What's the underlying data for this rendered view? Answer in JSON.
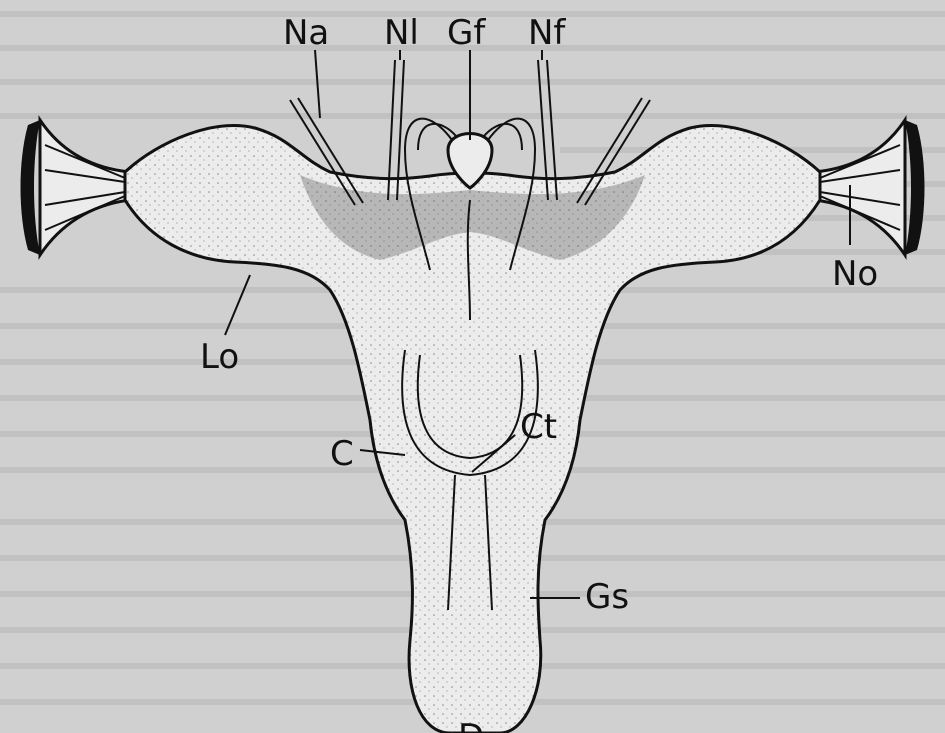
{
  "labels": {
    "na": "Na",
    "nl": "Nl",
    "gf": "Gf",
    "nf": "Nf",
    "lo": "Lo",
    "no": "No",
    "ct": "Ct",
    "c": "C",
    "gs": "Gs",
    "d": "D"
  },
  "colors": {
    "paper": "#cfcfcf",
    "ink": "#111111",
    "tissue": "#ececec",
    "faint_text": "#b8b8b8"
  }
}
